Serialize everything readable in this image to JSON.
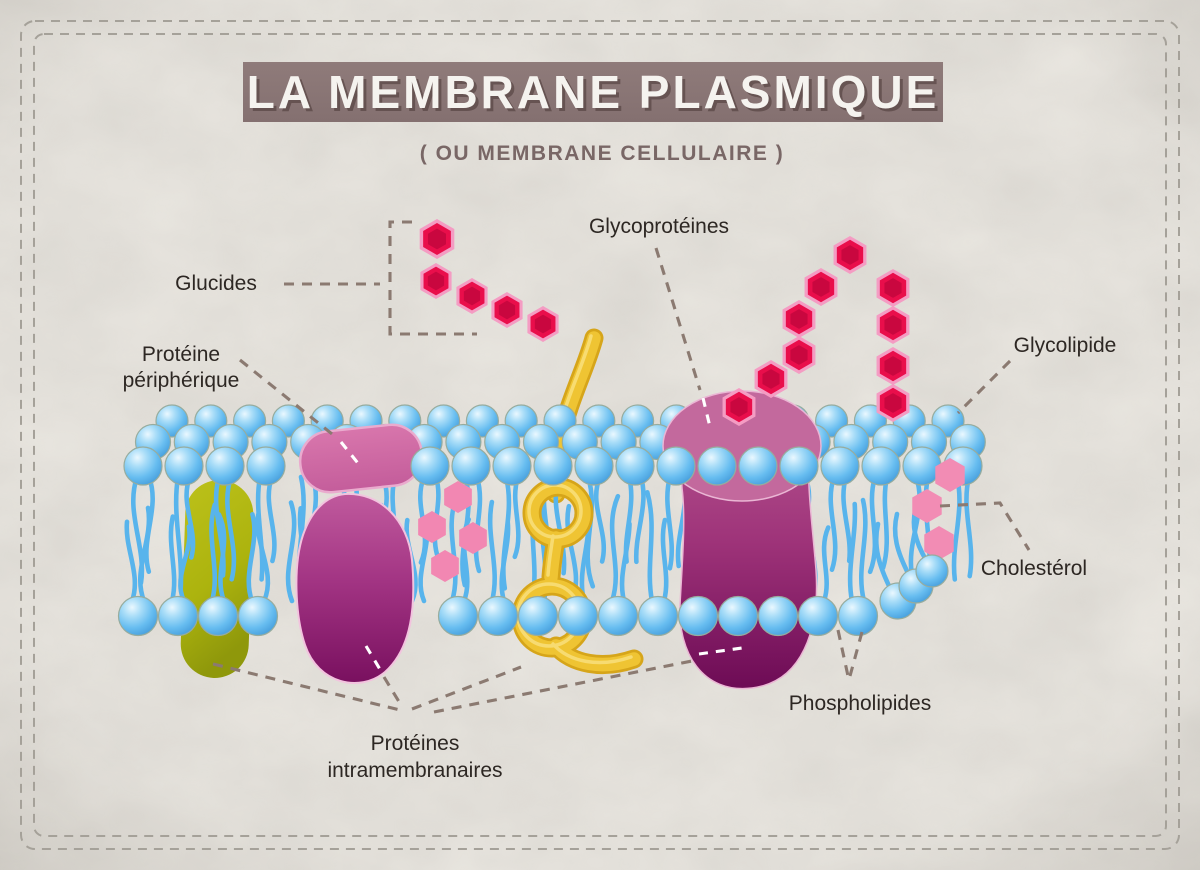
{
  "header": {
    "title": "LA MEMBRANE PLASMIQUE",
    "subtitle": "( OU MEMBRANE CELLULAIRE )"
  },
  "annotations": {
    "glucides": "Glucides",
    "glycoproteines": "Glycoprotéines",
    "glycolipide": "Glycolipide",
    "proteine_peripherique": {
      "line1": "Protéine",
      "line2": "périphérique"
    },
    "cholesterol": "Cholestérol",
    "phospholipides": "Phospholipides",
    "proteines_intramembranaires": {
      "line1": "Protéines",
      "line2": "intramembranaires"
    }
  },
  "colors": {
    "background": "#e9e6e0",
    "banner": "#8a7574",
    "banner_text": "#f5f3ef",
    "subtitle_text": "#796766",
    "label_text": "#2d2723",
    "dash_line": "#8b7a71",
    "phospholipid_head_blue": "#67bdf0",
    "phospholipid_tail_blue": "#58b4ec",
    "protein_olive": "#b0b60f",
    "peripheral_protein_pink": "#ce639f",
    "intramembrane_protein_purple": "#7c1060",
    "filament_protein_yellow": "#efc433",
    "sugar_red": "#e90e4b",
    "sugar_rim_pink": "#f49cc3",
    "small_hex_pink": "#f28cb4"
  }
}
